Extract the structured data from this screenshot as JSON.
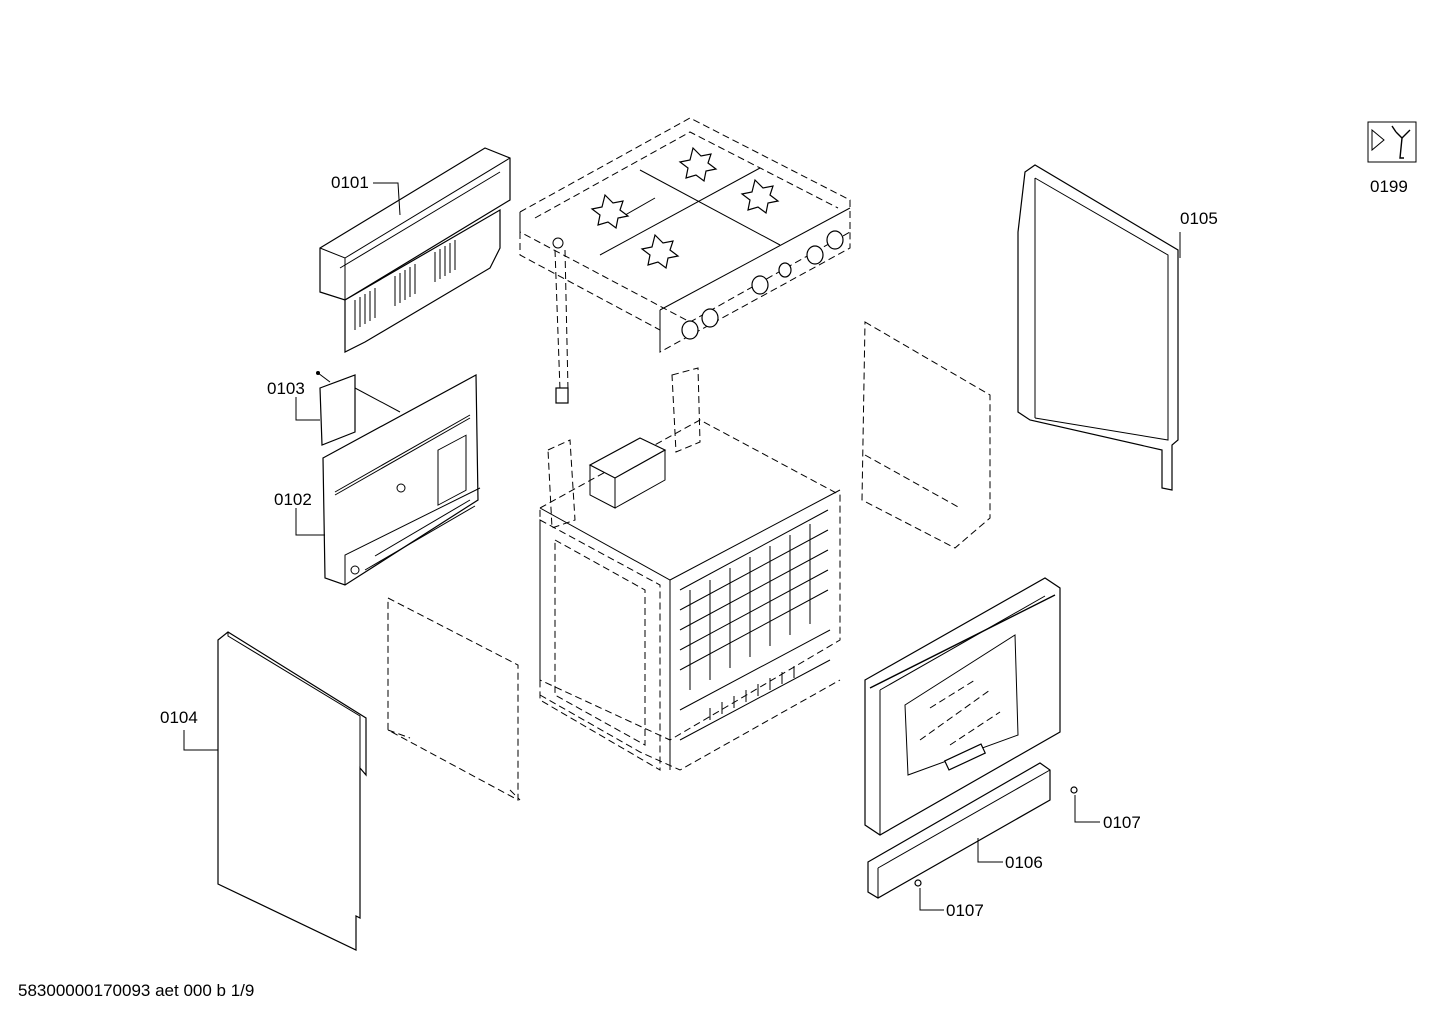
{
  "parts": [
    {
      "id": "p0101",
      "label": "0101"
    },
    {
      "id": "p0103",
      "label": "0103"
    },
    {
      "id": "p0102",
      "label": "0102"
    },
    {
      "id": "p0104",
      "label": "0104"
    },
    {
      "id": "p0105",
      "label": "0105"
    },
    {
      "id": "p0106",
      "label": "0106"
    },
    {
      "id": "p0107a",
      "label": "0107"
    },
    {
      "id": "p0107b",
      "label": "0107"
    },
    {
      "id": "p0199",
      "label": "0199"
    }
  ],
  "icons": {
    "service": "service-wrench-icon"
  },
  "footer": {
    "doc_id": "58300000170093 aet 000 b 1/9"
  }
}
